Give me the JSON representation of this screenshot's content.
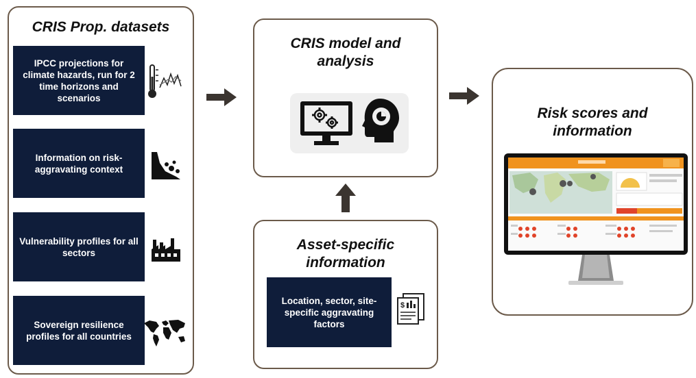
{
  "datasets_panel": {
    "title": "CRIS Prop. datasets",
    "items": [
      {
        "label": "IPCC projections for climate hazards, run for 2 time horizons and scenarios",
        "icon": "thermometer-chart-icon"
      },
      {
        "label": "Information on risk-aggravating context",
        "icon": "landslide-icon"
      },
      {
        "label": "Vulnerability profiles for all sectors",
        "icon": "factory-icon"
      },
      {
        "label": "Sovereign resilience profiles for all countries",
        "icon": "world-map-icon"
      }
    ]
  },
  "model_panel": {
    "title": "CRIS model and analysis",
    "icons": [
      "computer-gears-icon",
      "head-gear-icon"
    ]
  },
  "asset_panel": {
    "title": "Asset-specific information",
    "box_label": "Location, sector, site-specific aggravating factors",
    "icon": "document-icon"
  },
  "results_panel": {
    "title": "Risk scores and information",
    "icon": "monitor-dashboard-icon"
  },
  "colors": {
    "navy": "#0f1d3a",
    "panel_border": "#6b5a4a",
    "arrow": "#3b3530",
    "dashboard_orange": "#f0931e"
  }
}
